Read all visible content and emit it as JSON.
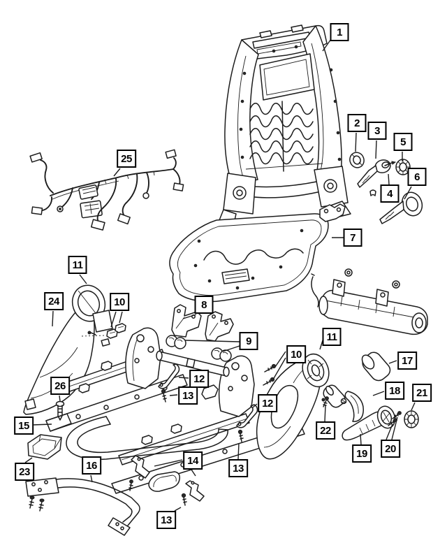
{
  "figure": {
    "type": "exploded-parts-diagram",
    "subject": "vehicle front seat frame, adjuster and shields",
    "colors": {
      "background": "#ffffff",
      "line": "#1c1c1c",
      "callout_border": "#000000",
      "callout_text": "#000000"
    }
  },
  "callouts": [
    {
      "label": "1",
      "part": "seat-back-frame"
    },
    {
      "label": "2",
      "part": "pivot-bushing"
    },
    {
      "label": "3",
      "part": "recliner-handle-small"
    },
    {
      "label": "4",
      "part": "handle-fastener"
    },
    {
      "label": "5",
      "part": "handle-ring-nut"
    },
    {
      "label": "6",
      "part": "recliner-handle-large"
    },
    {
      "label": "7",
      "part": "seat-cushion-pan"
    },
    {
      "label": "8",
      "part": "corner-brackets"
    },
    {
      "label": "9",
      "part": "cushion-bushings"
    },
    {
      "label": "10",
      "part": "attaching-clips-left"
    },
    {
      "label": "10",
      "part": "attaching-screws-right"
    },
    {
      "label": "11",
      "part": "shield-cap-left"
    },
    {
      "label": "11",
      "part": "shield-trim-right"
    },
    {
      "label": "12",
      "part": "rear-strap-center"
    },
    {
      "label": "12",
      "part": "rear-strap-right"
    },
    {
      "label": "13",
      "part": "strap-screw-center"
    },
    {
      "label": "13",
      "part": "strap-screw-right"
    },
    {
      "label": "13",
      "part": "strap-screw-front"
    },
    {
      "label": "14",
      "part": "floor-bracket"
    },
    {
      "label": "15",
      "part": "seat-track"
    },
    {
      "label": "16",
      "part": "front-tube-bar"
    },
    {
      "label": "17",
      "part": "knob-cap"
    },
    {
      "label": "18",
      "part": "knob-bezel"
    },
    {
      "label": "19",
      "part": "lift-handle"
    },
    {
      "label": "20",
      "part": "handle-screws"
    },
    {
      "label": "21",
      "part": "lock-washer"
    },
    {
      "label": "22",
      "part": "shield-screw"
    },
    {
      "label": "23",
      "part": "track-end-cover"
    },
    {
      "label": "24",
      "part": "outer-shield-left"
    },
    {
      "label": "25",
      "part": "wiring-harness"
    },
    {
      "label": "26",
      "part": "shoulder-screw"
    }
  ]
}
